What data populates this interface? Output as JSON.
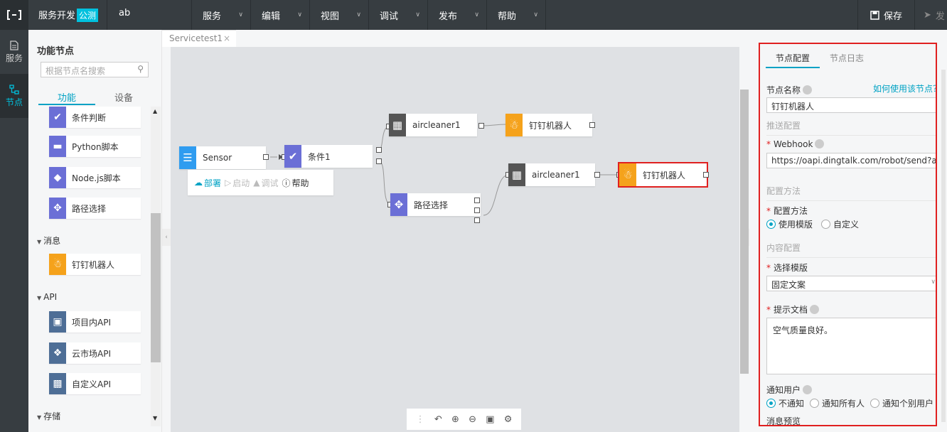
{
  "topbar": {
    "app_title": "服务开发",
    "app_badge": "公测",
    "app_name": "ab",
    "menus": [
      "服务",
      "编辑",
      "视图",
      "调试",
      "发布",
      "帮助"
    ],
    "save_label": "保存",
    "publish_label": "发"
  },
  "leftnav": {
    "items": [
      {
        "label": "服务",
        "icon": "document-icon"
      },
      {
        "label": "节点",
        "icon": "node-icon"
      }
    ]
  },
  "palette": {
    "title": "功能节点",
    "search_placeholder": "根据节点名搜索",
    "tabs": [
      "功能",
      "设备"
    ],
    "nodes": [
      {
        "label": "条件判断",
        "color": "#6b6fd6",
        "icon": "check-icon"
      },
      {
        "label": "Python脚本",
        "color": "#6b6fd6",
        "icon": "puzzle-icon"
      },
      {
        "label": "Node.js脚本",
        "color": "#6b6fd6",
        "icon": "diamond-icon"
      },
      {
        "label": "路径选择",
        "color": "#6b6fd6",
        "icon": "route-icon"
      }
    ],
    "group_message": "消息",
    "message_nodes": [
      {
        "label": "钉钉机器人",
        "color": "#f5a21b",
        "icon": "robot-icon"
      }
    ],
    "group_api": "API",
    "api_nodes": [
      {
        "label": "项目内API",
        "color": "#4e6e96",
        "icon": "api-icon"
      },
      {
        "label": "云市场API",
        "color": "#4e6e96",
        "icon": "market-icon"
      },
      {
        "label": "自定义API",
        "color": "#4e6e96",
        "icon": "custom-api-icon"
      }
    ],
    "group_storage": "存储"
  },
  "canvas": {
    "tab_label": "Servicetest1",
    "nodes": {
      "sensor": "Sensor",
      "cond": "条件1",
      "aircleaner_top": "aircleaner1",
      "robot_top": "钉钉机器人",
      "route": "路径选择",
      "aircleaner_bottom": "aircleaner1",
      "robot_selected": "钉钉机器人"
    },
    "toolbar": {
      "deploy": "部署",
      "start": "启动",
      "debug": "调试",
      "help": "帮助"
    }
  },
  "config": {
    "tabs": [
      "节点配置",
      "节点日志"
    ],
    "node_name_label": "节点名称",
    "how_to_use_link": "如何使用该节点？",
    "node_name_value": "钉钉机器人",
    "section_push": "推送配置",
    "webhook_label": "Webhook",
    "webhook_value": "https://oapi.dingtalk.com/robot/send?access_",
    "section_method": "配置方法",
    "method_label": "配置方法",
    "method_options": [
      "使用模版",
      "自定义"
    ],
    "section_content": "内容配置",
    "template_label": "选择模版",
    "template_value": "固定文案",
    "prompt_label": "提示文档",
    "prompt_value": "空气质量良好。",
    "notify_label": "通知用户",
    "notify_options": [
      "不通知",
      "通知所有人",
      "通知个别用户"
    ],
    "preview_label": "消息预览"
  },
  "colors": {
    "accent": "#00a2c4",
    "topbar": "#373d41",
    "selection": "#e02020"
  }
}
